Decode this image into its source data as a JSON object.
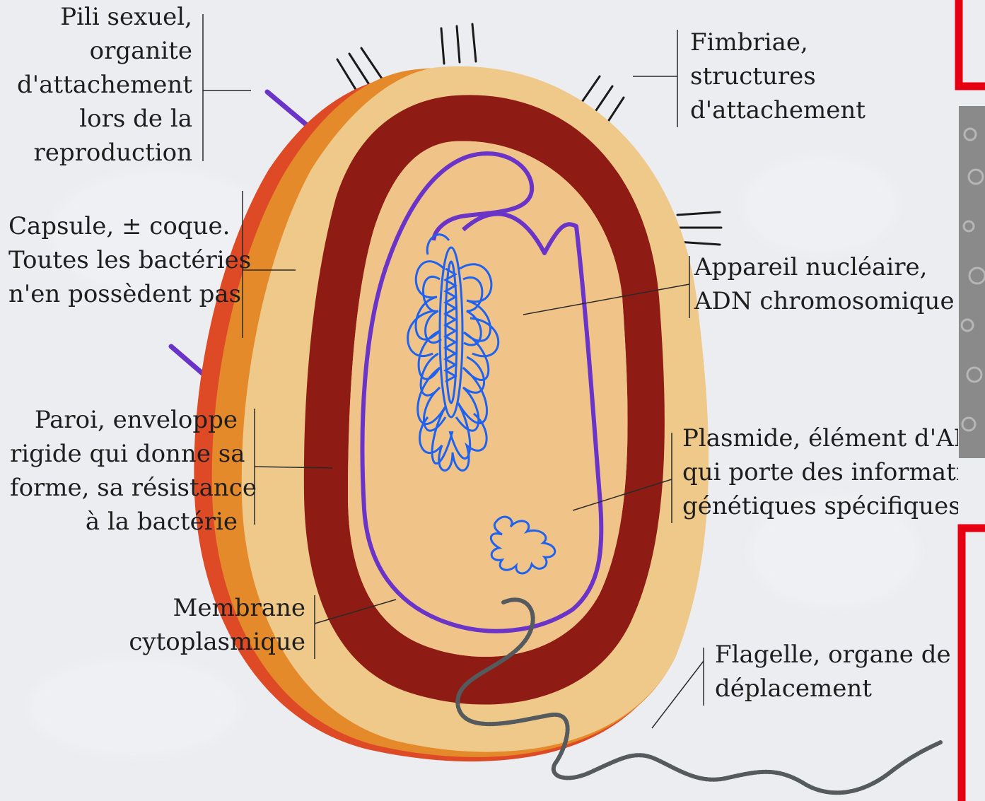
{
  "colors": {
    "background": "#ecedf0",
    "capsule": "#efc98a",
    "capsule_shadow": "#e48a2a",
    "capsule_edge": "#df4a26",
    "wall": "#8e1c14",
    "cytoplasm": "#f0c488",
    "membrane": "#6b34c8",
    "nucleoid": "#1f62f0",
    "flagellum": "#555a5e",
    "frame": "#e60012"
  },
  "labels": {
    "pili": [
      "Pili sexuel,",
      "organite",
      "d'attachement",
      "lors de la",
      "reproduction"
    ],
    "fimbriae": [
      "Fimbriae,",
      "structures",
      "d'attachement"
    ],
    "capsule": [
      "Capsule, ± coque.",
      "Toutes les bactéries",
      "n'en possèdent pas"
    ],
    "nucleus": [
      "Appareil nucléaire,",
      "ADN chromosomique"
    ],
    "wall": [
      "Paroi, enveloppe",
      "rigide qui donne sa",
      "forme, sa résistance",
      "à la bactérie"
    ],
    "plasmid": [
      "Plasmide, élément d'ADN",
      "qui porte des informations",
      "génétiques spécifiques"
    ],
    "membrane": [
      "Membrane",
      "cytoplasmique"
    ],
    "flagellum": [
      "Flagelle, organe de",
      "déplacement"
    ]
  }
}
